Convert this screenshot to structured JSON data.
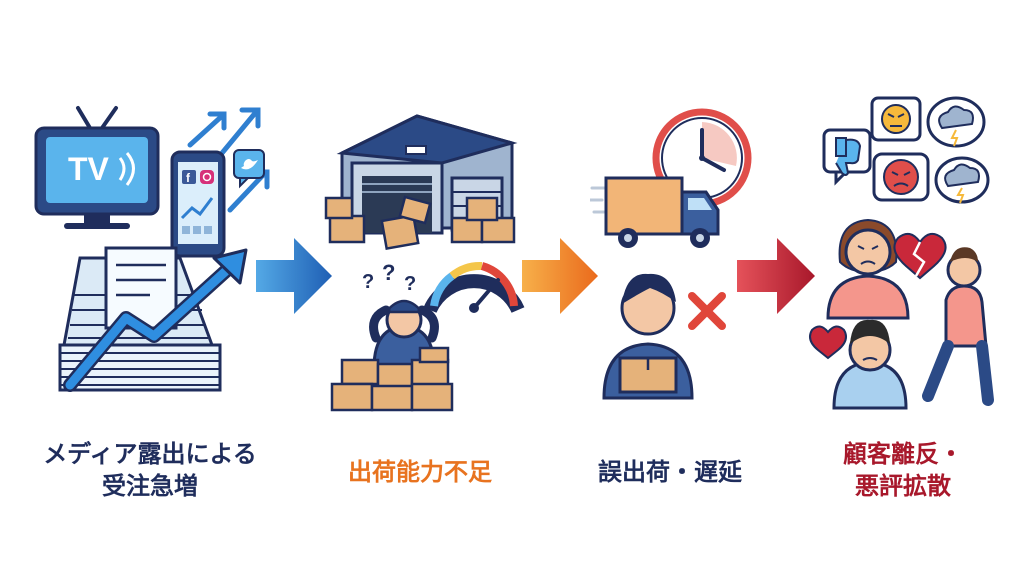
{
  "steps": [
    {
      "line1": "メディア露出による",
      "line2": "受注急増",
      "color": "#1f2d5c",
      "illustration": "tv-smartphone-orders-surge-icon"
    },
    {
      "line1": "出荷能力不足",
      "color": "#e8731f",
      "illustration": "warehouse-overloaded-worker-icon"
    },
    {
      "line1": "誤出荷・遅延",
      "color": "#1f2d5c",
      "illustration": "clock-truck-wrong-shipment-icon"
    },
    {
      "line1": "顧客離反・",
      "line2": "悪評拡散",
      "color": "#a8182b",
      "illustration": "angry-customers-leaving-icon"
    }
  ],
  "illustration_text": {
    "tv": "TV"
  },
  "arrows": [
    {
      "from": "#54a9e6",
      "to": "#1f5fb4"
    },
    {
      "from": "#f7b04a",
      "to": "#ea6a1c"
    },
    {
      "from": "#e5525a",
      "to": "#a8182b"
    }
  ]
}
